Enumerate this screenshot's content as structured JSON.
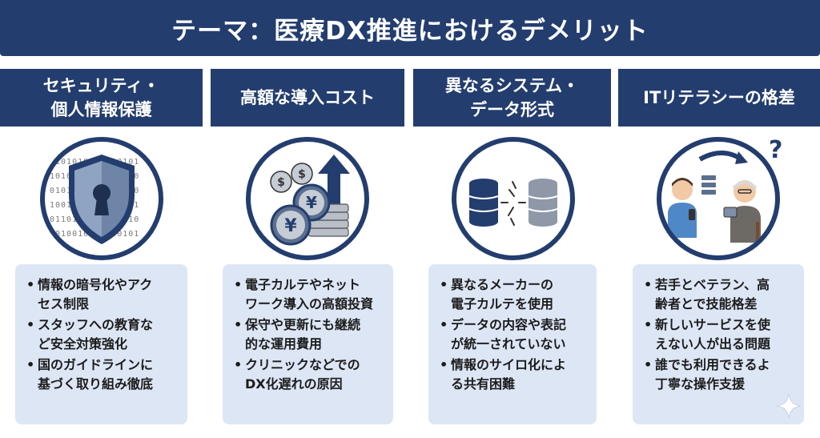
{
  "header": {
    "title": "テーマ：医療DX推進におけるデメリット"
  },
  "columns": [
    {
      "title_lines": [
        "セキュリティ・",
        "個人情報保護"
      ],
      "icon": "shield-keyhole-icon",
      "bullets": [
        [
          "情報の暗号化やアク",
          "セス制限"
        ],
        [
          "スタッフへの教育な",
          "ど安全対策強化"
        ],
        [
          "国のガイドラインに",
          "基づく取り組み徹底"
        ]
      ],
      "binary_rows": [
        "0101010110100101",
        "1010011010110010",
        "0101101001010110",
        "1001010110101001",
        "0110100101011010",
        "1010010110100101"
      ]
    },
    {
      "title_lines": [
        "高額な導入コスト"
      ],
      "icon": "coins-rising-arrow-icon",
      "bullets": [
        [
          "電子カルテやネット",
          "ワーク導入の高額投資"
        ],
        [
          "保守や更新にも継続",
          "的な運用費用"
        ],
        [
          "クリニックなどでの",
          "DX化遅れの原因"
        ]
      ],
      "coin_symbols": [
        "¥",
        "$"
      ]
    },
    {
      "title_lines": [
        "異なるシステム・",
        "データ形式"
      ],
      "icon": "disconnected-databases-icon",
      "bullets": [
        [
          "異なるメーカーの",
          "電子カルテを使用"
        ],
        [
          "データの内容や表記",
          "が統一されていない"
        ],
        [
          "情報のサイロ化によ",
          "る共有困難"
        ]
      ]
    },
    {
      "title_lines": [
        "ITリテラシーの格差"
      ],
      "icon": "young-and-elderly-users-icon",
      "bullets": [
        [
          "若手とベテラン、高",
          "齢者とで技能格差"
        ],
        [
          "新しいサービスを使",
          "えない人が出る問題"
        ],
        [
          "誰でも利用できるよ",
          "丁寧な操作支援"
        ]
      ],
      "question_mark": "?"
    }
  ],
  "colors": {
    "navy": "#233d6e",
    "card": "#dde6f5",
    "icon_fill": "#5b6f8f"
  }
}
